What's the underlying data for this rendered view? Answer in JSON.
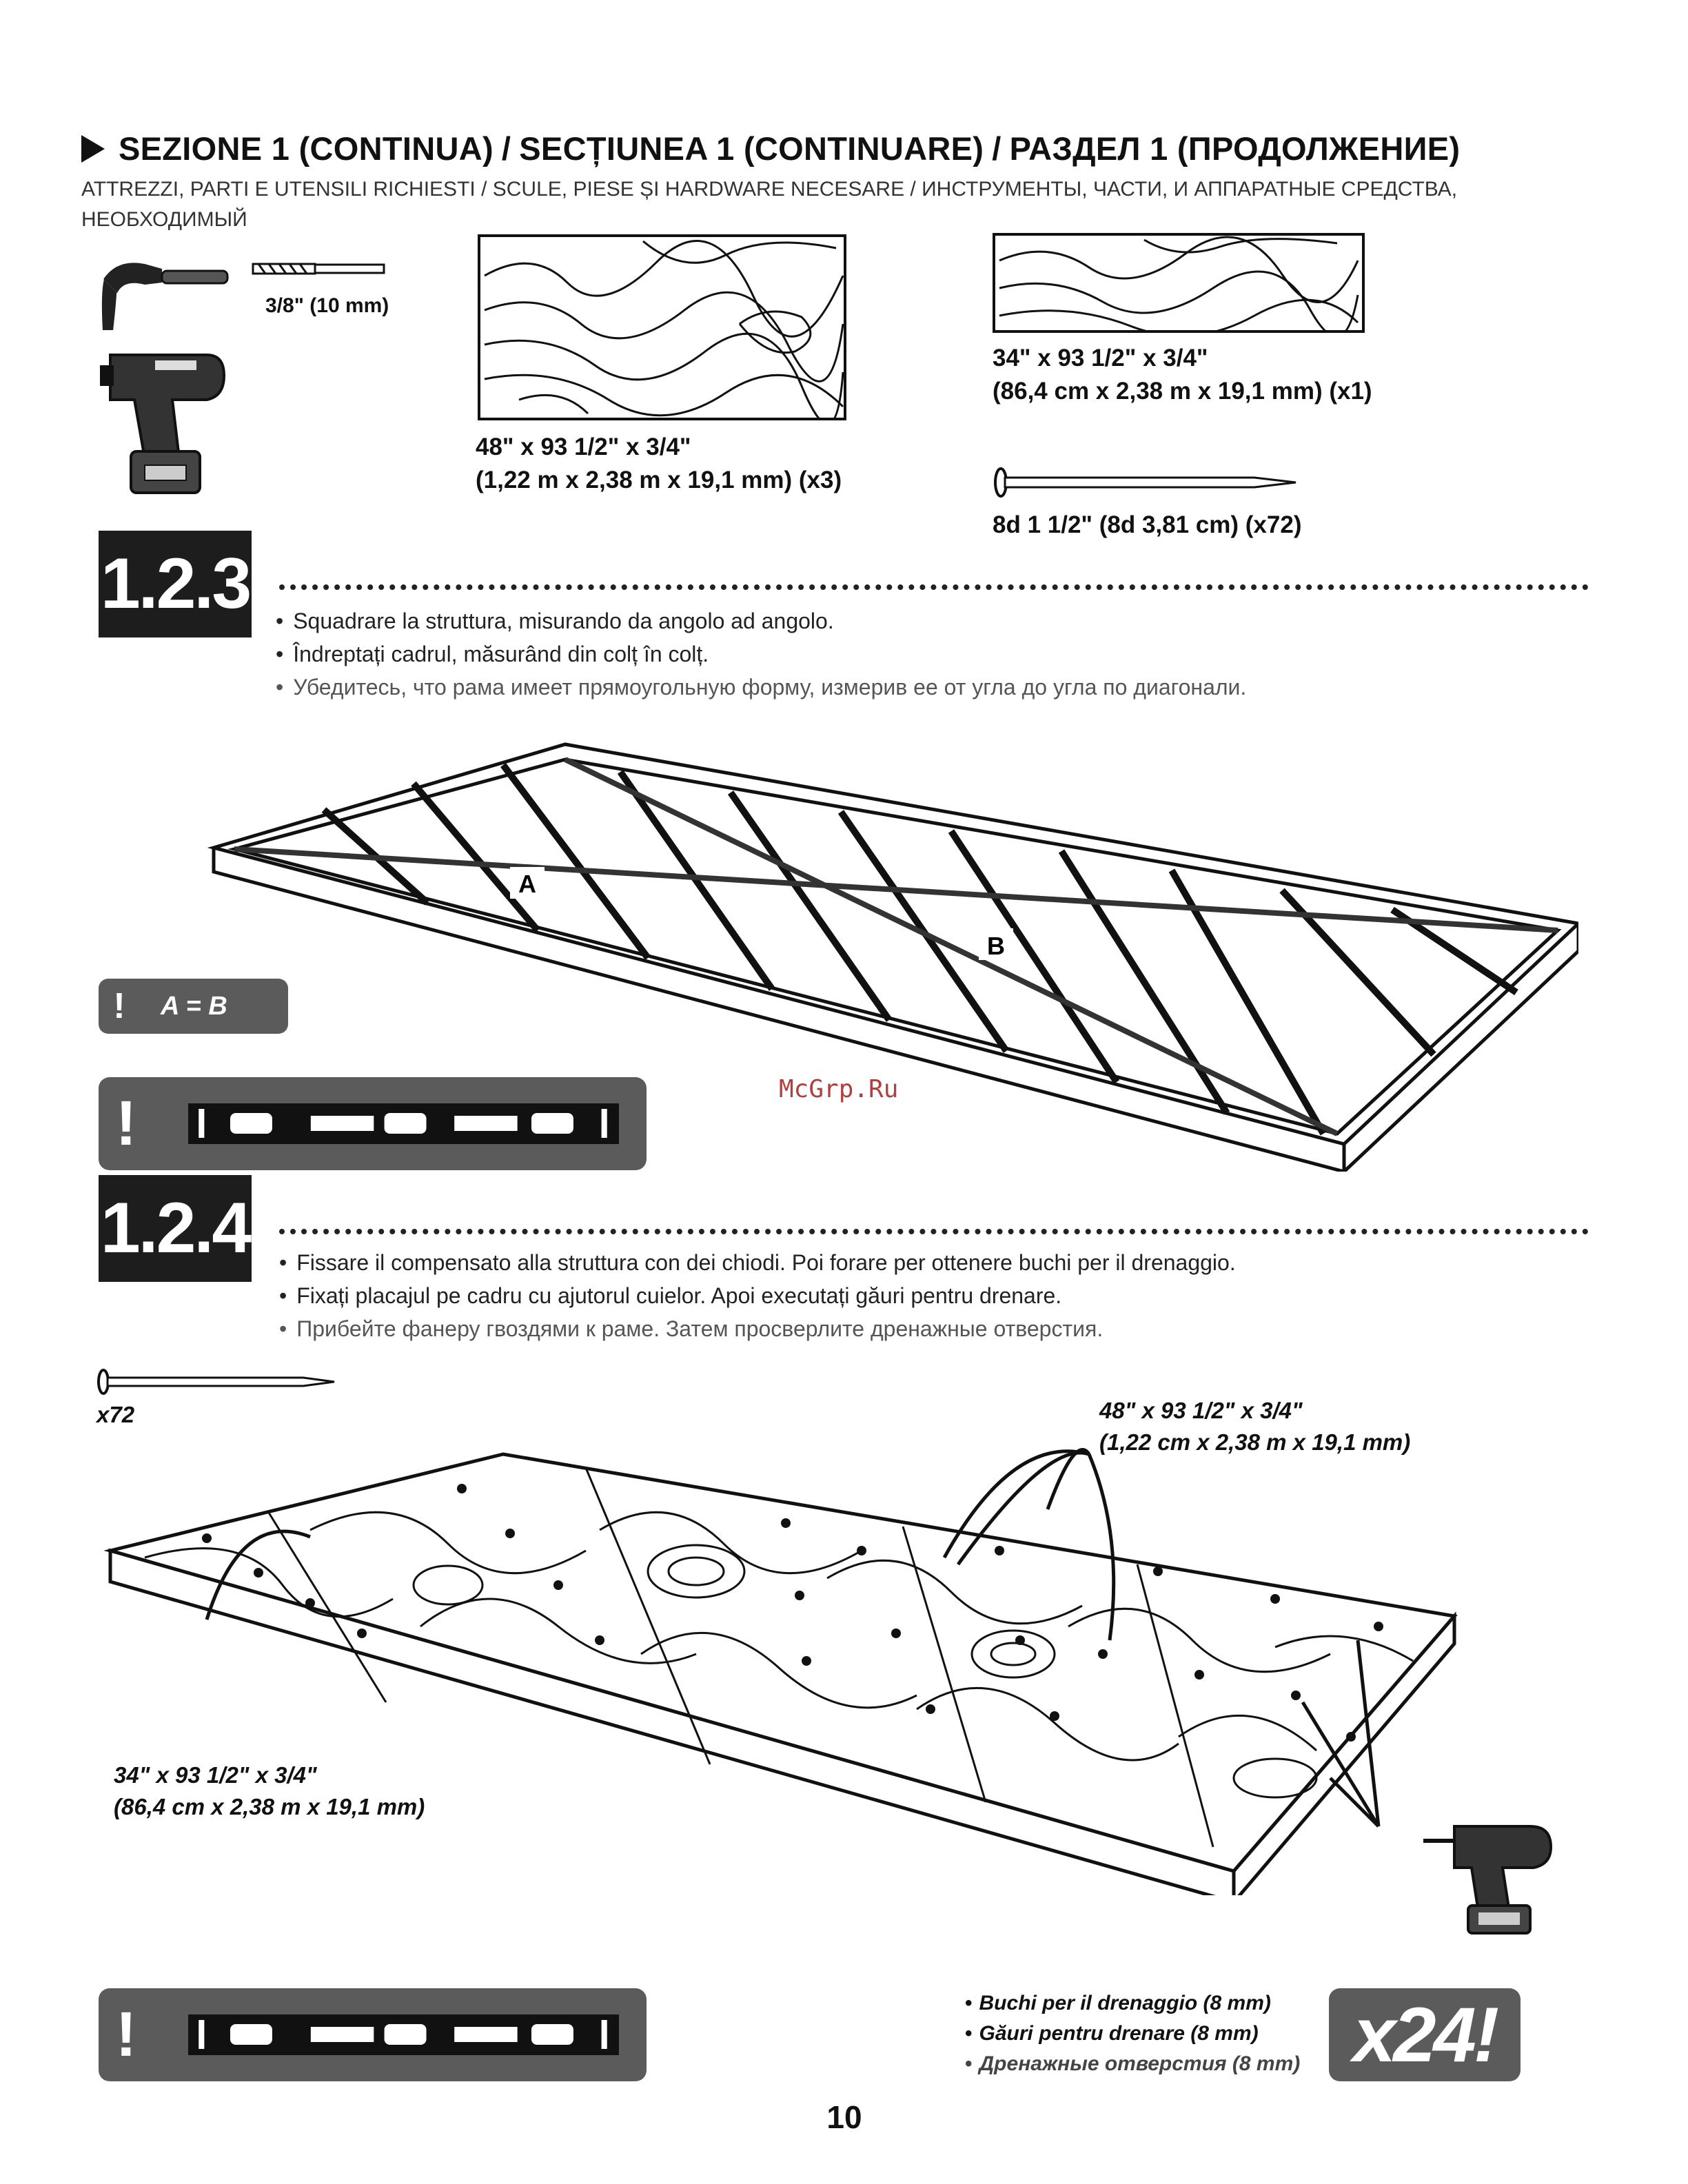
{
  "header": {
    "title_it": "SEZIONE 1 (CONTINUA)",
    "title_ro": "SECȚIUNEA 1 (CONTINUARE)",
    "title_ru": "РАЗДЕЛ 1 (ПРОДОЛЖЕНИЕ)",
    "separator": "/",
    "subtitle": "ATTREZZI, PARTI E UTENSILI RICHIESTI / SCULE, PIESE ȘI HARDWARE NECESARE / ИНСТРУМЕНТЫ, ЧАСТИ, И АППАРАТНЫЕ СРЕДСТВА, НЕОБХОДИМЫЙ"
  },
  "parts": {
    "drill_bit": "3/8\" (10 mm)",
    "panel_large_line1": "48\" x 93 1/2\" x 3/4\"",
    "panel_large_line2": "(1,22 m x 2,38 m x  19,1 mm) (x3)",
    "panel_small_line1": "34\" x 93 1/2\" x 3/4\"",
    "panel_small_line2": "(86,4 cm x 2,38 m x 19,1 mm) (x1)",
    "nail": "8d 1 1/2\" (8d 3,81 cm) (x72)"
  },
  "icons": {
    "hammer": "hammer-icon",
    "drill": "drill-icon",
    "drill_bit": "drill-bit-icon",
    "nail": "nail-icon",
    "level": "level-icon",
    "warning": "exclamation-icon"
  },
  "step_123": {
    "number": "1.2.3",
    "bullet_it": "Squadrare la struttura, misurando da angolo ad angolo.",
    "bullet_ro": "Îndreptați cadrul, măsurând din colț în colț.",
    "bullet_ru": "Убедитесь, что рама имеет прямоугольную форму, измерив ее от угла до угла по диагонали.",
    "label_a": "A",
    "label_b": "B",
    "note": "A = B",
    "note_mark": "!"
  },
  "step_124": {
    "number": "1.2.4",
    "bullet_it": "Fissare il compensato alla struttura con dei chiodi. Poi forare per ottenere buchi per il drenaggio.",
    "bullet_ro": "Fixați placajul pe cadru cu ajutorul cuielor. Apoi executați găuri pentru drenare.",
    "bullet_ru": "Прибейте фанеру гвоздями к раме. Затем просверлите дренажные отверстия.",
    "nail_count": "x72",
    "callout_large_line1": "48\" x 93 1/2\" x 3/4\"",
    "callout_large_line2": "(1,22 cm x 2,38 m x 19,1 mm)",
    "callout_small_line1": "34\" x 93 1/2\" x 3/4\"",
    "callout_small_line2": "(86,4 cm x 2,38 m x  19,1 mm)"
  },
  "drainage": {
    "it": "Buchi per il drenaggio (8 mm)",
    "ro": "Găuri pentru drenare (8 mm)",
    "ru": "Дренажные отверстия (8 mm)",
    "count": "x24!"
  },
  "watermark": "McGrp.Ru",
  "page_number": "10"
}
